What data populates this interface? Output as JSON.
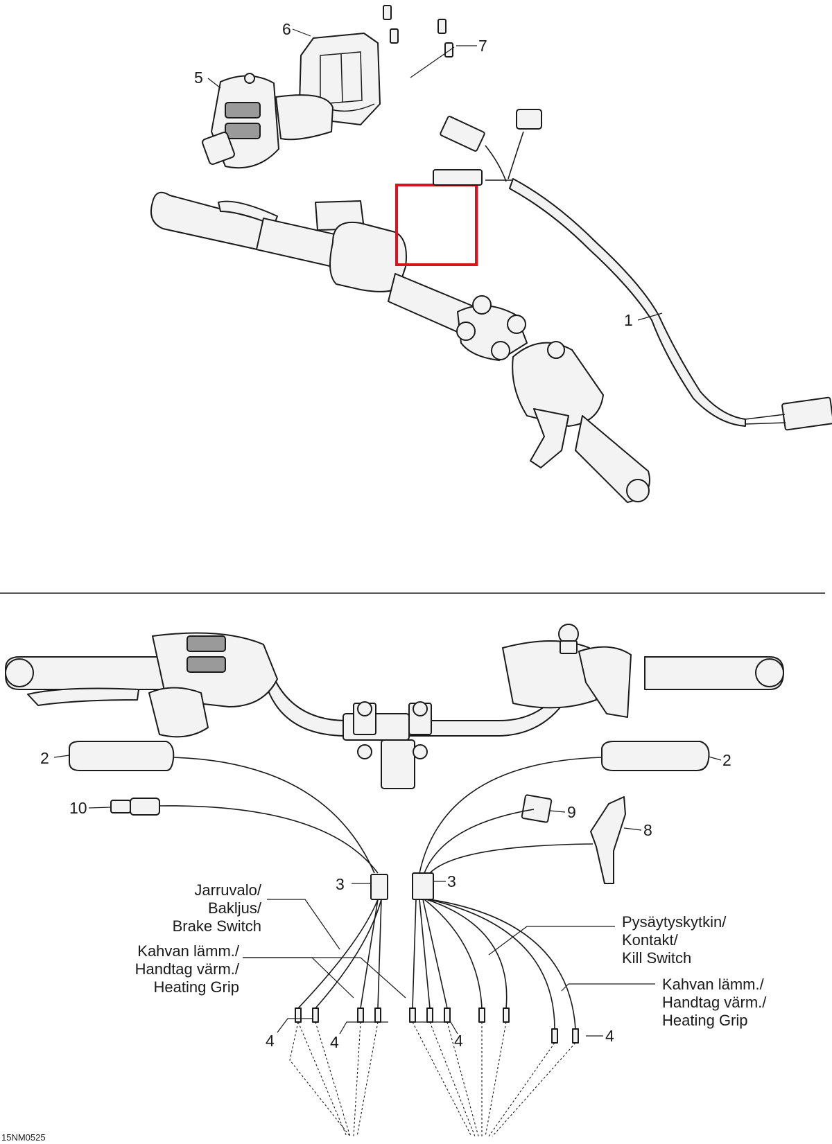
{
  "callouts_top": [
    "1",
    "5",
    "6",
    "7"
  ],
  "callouts_bottom": [
    "2",
    "2",
    "3",
    "3",
    "4",
    "4",
    "4",
    "4",
    "8",
    "9",
    "10"
  ],
  "labels": {
    "brake_switch": [
      "Jarruvalo/",
      "Bakljus/",
      "Brake Switch"
    ],
    "heating_grip_left": [
      "Kahvan lämm./",
      "Handtag värm./",
      "Heating Grip"
    ],
    "kill_switch": [
      "Pysäytyskytkin/",
      "Kontakt/",
      "Kill Switch"
    ],
    "heating_grip_right": [
      "Kahvan lämm./",
      "Handtag värm./",
      "Heating Grip"
    ]
  },
  "figure_code": "15NM0525",
  "highlight_color": "#d8141e"
}
